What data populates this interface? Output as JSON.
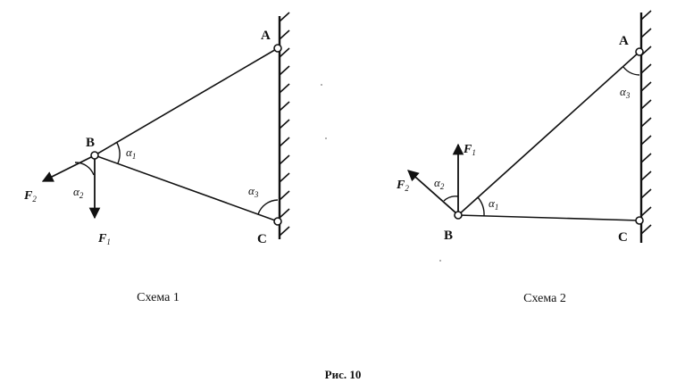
{
  "figure_caption": "Рис. 10",
  "scheme1": {
    "caption": "Схема 1",
    "points": {
      "A": "A",
      "B": "B",
      "C": "C"
    },
    "angles": {
      "a1_sym": "α",
      "a1_sub": "1",
      "a2_sym": "α",
      "a2_sub": "2",
      "a3_sym": "α",
      "a3_sub": "3"
    },
    "forces": {
      "F1_sym": "F",
      "F1_sub": "1",
      "F2_sym": "F",
      "F2_sub": "2"
    }
  },
  "scheme2": {
    "caption": "Схема 2",
    "points": {
      "A": "A",
      "B": "B",
      "C": "C"
    },
    "angles": {
      "a1_sym": "α",
      "a1_sub": "1",
      "a2_sym": "α",
      "a2_sub": "2",
      "a3_sym": "α",
      "a3_sub": "3"
    },
    "forces": {
      "F1_sym": "F",
      "F1_sub": "1",
      "F2_sym": "F",
      "F2_sub": "2"
    }
  },
  "colors": {
    "ink": "#111111",
    "background": "#ffffff"
  }
}
